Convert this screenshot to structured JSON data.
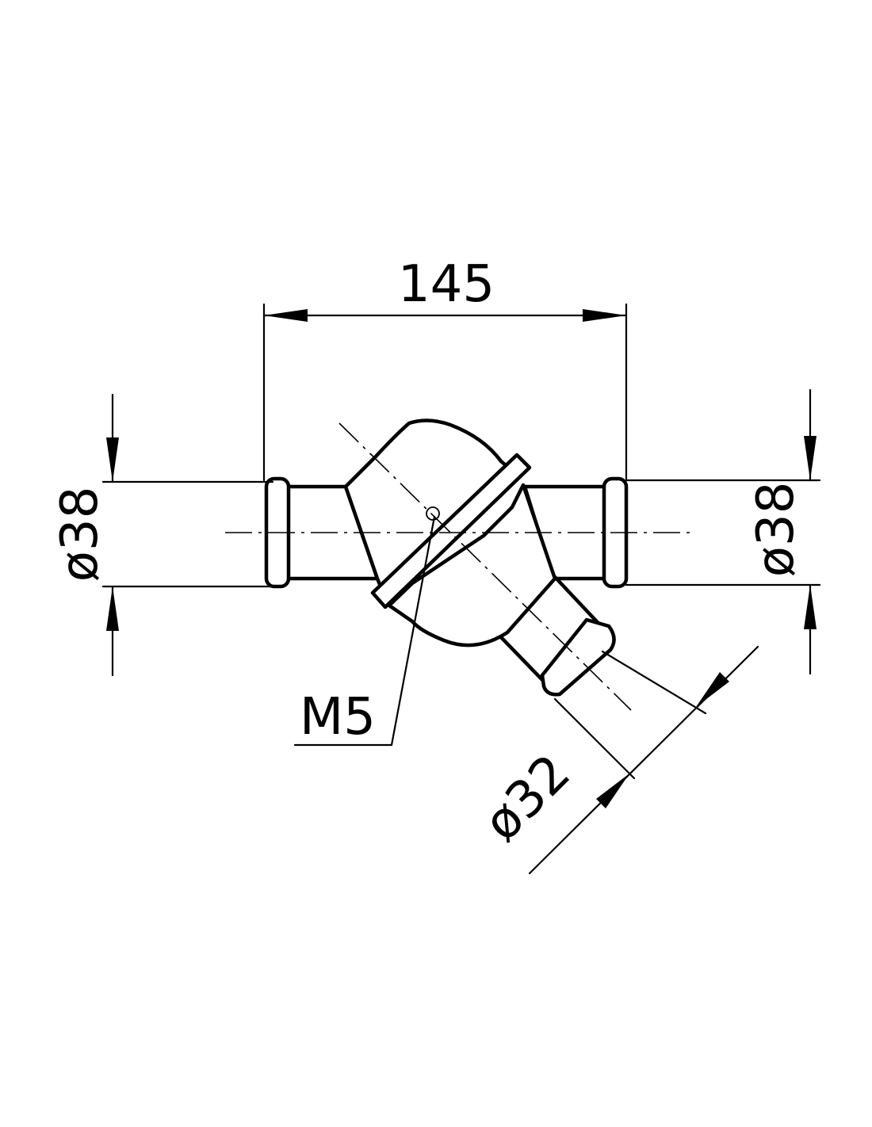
{
  "drawing": {
    "dimensions": {
      "length": "145",
      "left_diameter": "ø38",
      "right_diameter": "ø38",
      "branch_diameter": "ø32",
      "thread": "M5"
    }
  }
}
